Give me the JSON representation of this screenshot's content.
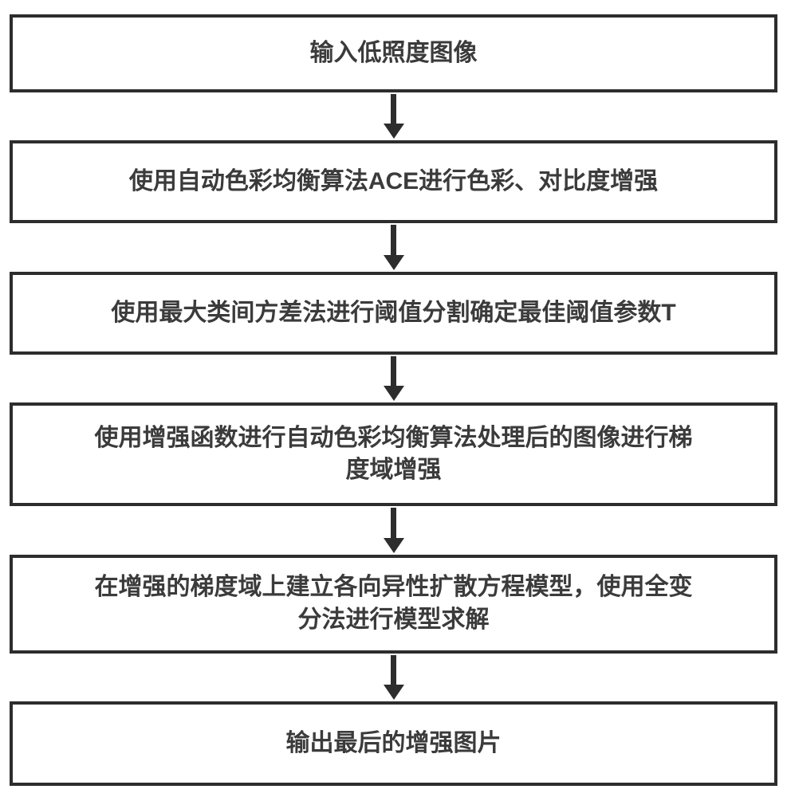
{
  "diagram": {
    "type": "flowchart",
    "direction": "top-down",
    "colors": {
      "box_border": "#2d2d2d",
      "text": "#3b3b3b",
      "arrow": "#2d2d2d",
      "background": "#ffffff"
    },
    "steps": [
      {
        "id": 1,
        "label": "输入低照度图像"
      },
      {
        "id": 2,
        "label": "使用自动色彩均衡算法ACE进行色彩、对比度增强"
      },
      {
        "id": 3,
        "label": "使用最大类间方差法进行阈值分割确定最佳阈值参数T"
      },
      {
        "id": 4,
        "label": "使用增强函数进行自动色彩均衡算法处理后的图像进行梯\n度域增强"
      },
      {
        "id": 5,
        "label": "在增强的梯度域上建立各向异性扩散方程模型，使用全变\n分法进行模型求解"
      },
      {
        "id": 6,
        "label": "输出最后的增强图片"
      }
    ]
  }
}
